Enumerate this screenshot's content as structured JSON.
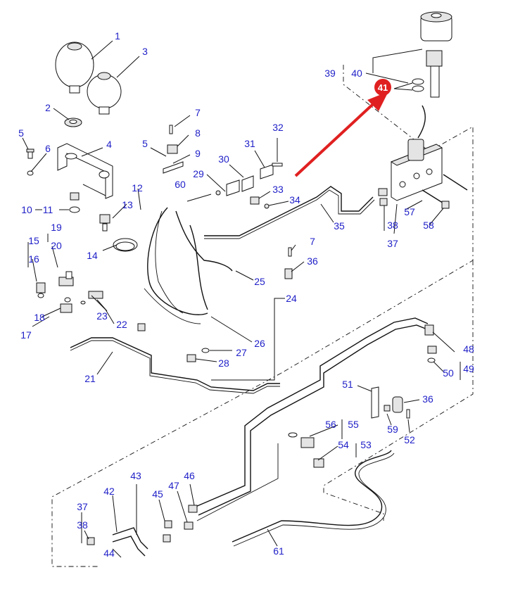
{
  "labels": {
    "p1": "1",
    "p2": "2",
    "p3": "3",
    "p4": "4",
    "p5a": "5",
    "p5b": "5",
    "p6": "6",
    "p7a": "7",
    "p7b": "7",
    "p8": "8",
    "p9": "9",
    "p10": "10",
    "p11": "11",
    "p12": "12",
    "p13": "13",
    "p14": "14",
    "p15": "15",
    "p16": "16",
    "p17": "17",
    "p18": "18",
    "p19": "19",
    "p20": "20",
    "p21": "21",
    "p22": "22",
    "p23": "23",
    "p24": "24",
    "p25": "25",
    "p26": "26",
    "p27": "27",
    "p28": "28",
    "p29": "29",
    "p30": "30",
    "p31": "31",
    "p32": "32",
    "p33": "33",
    "p34": "34",
    "p35": "35",
    "p36a": "36",
    "p36b": "36",
    "p37a": "37",
    "p37b": "37",
    "p38a": "38",
    "p38b": "38",
    "p39": "39",
    "p40": "40",
    "p41": "41",
    "p42": "42",
    "p43": "43",
    "p44": "44",
    "p45": "45",
    "p46": "46",
    "p47": "47",
    "p48": "48",
    "p49": "49",
    "p50": "50",
    "p51": "51",
    "p52": "52",
    "p53": "53",
    "p54": "54",
    "p55": "55",
    "p56": "56",
    "p57": "57",
    "p58": "58",
    "p59": "59",
    "p60": "60",
    "p61": "61"
  },
  "colors": {
    "label": "#1f1fc8",
    "highlight": "#e02020",
    "line": "#111111"
  }
}
